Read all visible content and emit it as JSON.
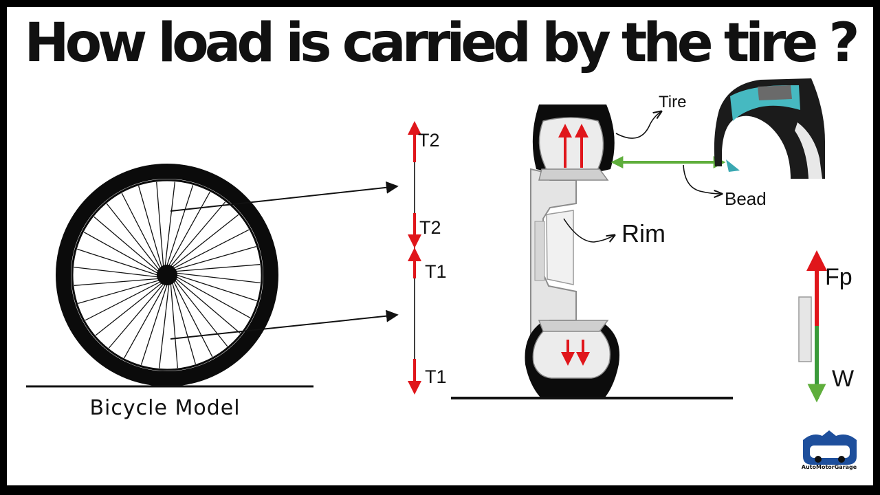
{
  "title": "How load is carried by the tire ?",
  "caption": "Bicycle Model",
  "labels": {
    "t2_top": "T2",
    "t2_bottom": "T2",
    "t1_top": "T1",
    "t1_bottom": "T1",
    "tire": "Tire",
    "bead": "Bead",
    "rim": "Rim",
    "fp": "Fp",
    "w": "W"
  },
  "brand": "AutoMotorGarage",
  "colors": {
    "tension_arrow": "#e0161b",
    "bead_arrow": "#5fae3c",
    "load_arrow": "#3a9a3a",
    "brand_blue": "#1e4f9c",
    "tire_inner_teal": "#46b9c1"
  }
}
